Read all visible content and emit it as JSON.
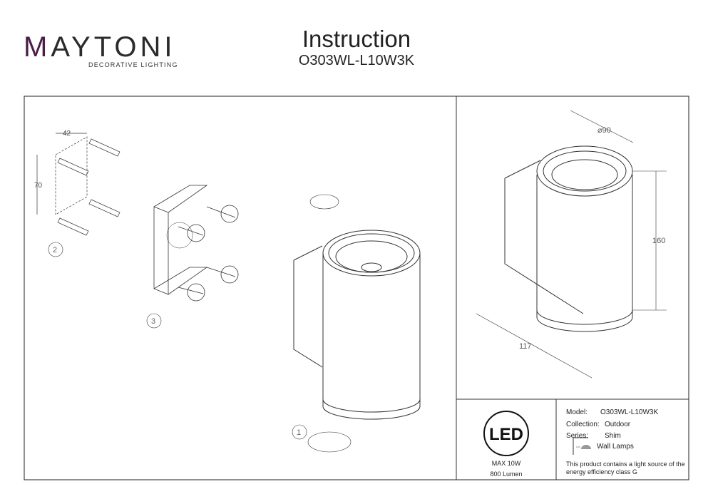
{
  "header": {
    "brand": "MAYTONI",
    "brand_tagline": "DECORATIVE LIGHTING",
    "title": "Instruction",
    "model_code": "O303WL-L10W3K"
  },
  "steps": {
    "step1": "1",
    "step2": "2",
    "step3": "3"
  },
  "dimensions": {
    "spacing_h": "42",
    "spacing_v": "70",
    "diameter": "⌀90",
    "height": "160",
    "depth": "117"
  },
  "spec": {
    "led_label": "LED",
    "max_power": "MAX 10W",
    "lumen": "800 Lumen"
  },
  "details": {
    "model_label": "Model:",
    "model_value": "O303WL-L10W3K",
    "collection_label": "Collection:",
    "collection_value": "Outdoor",
    "series_label": "Series:",
    "series_value": "Shim",
    "category": "Wall Lamps",
    "energy_note_1": "This product contains a light source of the",
    "energy_note_2": "energy efficiency class G"
  },
  "colors": {
    "brand_accent": "#4a1d48"
  }
}
